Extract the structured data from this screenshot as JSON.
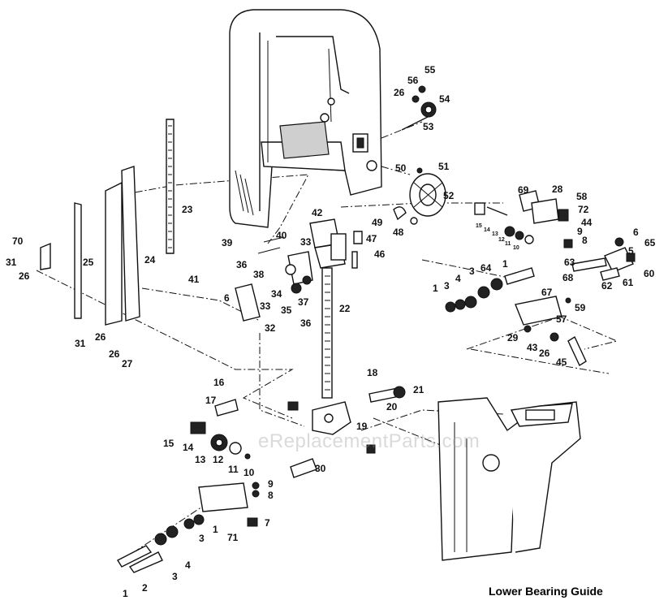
{
  "caption": "Lower Bearing Guide",
  "watermark": "eReplacementParts.com",
  "callouts": [
    {
      "id": "c1",
      "label": "55"
    },
    {
      "id": "c2",
      "label": "56"
    },
    {
      "id": "c3",
      "label": "26"
    },
    {
      "id": "c4",
      "label": "54"
    },
    {
      "id": "c5",
      "label": "53"
    },
    {
      "id": "c6",
      "label": "50"
    },
    {
      "id": "c7",
      "label": "51"
    },
    {
      "id": "c8",
      "label": "52"
    },
    {
      "id": "c9",
      "label": "49"
    },
    {
      "id": "c10",
      "label": "48"
    },
    {
      "id": "c11",
      "label": "69"
    },
    {
      "id": "c12",
      "label": "28"
    },
    {
      "id": "c13",
      "label": "58"
    },
    {
      "id": "c14",
      "label": "72"
    },
    {
      "id": "c15",
      "label": "44"
    },
    {
      "id": "c16",
      "label": "9"
    },
    {
      "id": "c17",
      "label": "8"
    },
    {
      "id": "c18",
      "label": "6"
    },
    {
      "id": "c19",
      "label": "5"
    },
    {
      "id": "c20",
      "label": "65"
    },
    {
      "id": "c21",
      "label": "60"
    },
    {
      "id": "c22",
      "label": "63"
    },
    {
      "id": "c23",
      "label": "61"
    },
    {
      "id": "c24",
      "label": "62"
    },
    {
      "id": "c25",
      "label": "68"
    },
    {
      "id": "c26",
      "label": "67"
    },
    {
      "id": "c27",
      "label": "64"
    },
    {
      "id": "c28",
      "label": "1"
    },
    {
      "id": "c29",
      "label": "3"
    },
    {
      "id": "c30",
      "label": "4"
    },
    {
      "id": "c31",
      "label": "3"
    },
    {
      "id": "c32",
      "label": "1"
    },
    {
      "id": "c33",
      "label": "57"
    },
    {
      "id": "c34",
      "label": "59"
    },
    {
      "id": "c35",
      "label": "29"
    },
    {
      "id": "c36",
      "label": "43"
    },
    {
      "id": "c37",
      "label": "26"
    },
    {
      "id": "c38",
      "label": "45"
    },
    {
      "id": "c39",
      "label": "23"
    },
    {
      "id": "c40",
      "label": "24"
    },
    {
      "id": "c41",
      "label": "25"
    },
    {
      "id": "c42",
      "label": "70"
    },
    {
      "id": "c43",
      "label": "31"
    },
    {
      "id": "c44",
      "label": "26"
    },
    {
      "id": "c45",
      "label": "31"
    },
    {
      "id": "c46",
      "label": "26"
    },
    {
      "id": "c47",
      "label": "26"
    },
    {
      "id": "c48",
      "label": "27"
    },
    {
      "id": "c49",
      "label": "42"
    },
    {
      "id": "c50",
      "label": "47"
    },
    {
      "id": "c51",
      "label": "46"
    },
    {
      "id": "c52",
      "label": "40"
    },
    {
      "id": "c53",
      "label": "39"
    },
    {
      "id": "c54",
      "label": "33"
    },
    {
      "id": "c55",
      "label": "36"
    },
    {
      "id": "c56",
      "label": "38"
    },
    {
      "id": "c57",
      "label": "34"
    },
    {
      "id": "c58",
      "label": "33"
    },
    {
      "id": "c59",
      "label": "35"
    },
    {
      "id": "c60",
      "label": "37"
    },
    {
      "id": "c61",
      "label": "36"
    },
    {
      "id": "c62",
      "label": "22"
    },
    {
      "id": "c63",
      "label": "41"
    },
    {
      "id": "c64",
      "label": "6"
    },
    {
      "id": "c65",
      "label": "32"
    },
    {
      "id": "c66",
      "label": "18"
    },
    {
      "id": "c67",
      "label": "21"
    },
    {
      "id": "c68",
      "label": "20"
    },
    {
      "id": "c69",
      "label": "19"
    },
    {
      "id": "c70",
      "label": "16"
    },
    {
      "id": "c71",
      "label": "17"
    },
    {
      "id": "c72",
      "label": "15"
    },
    {
      "id": "c73",
      "label": "14"
    },
    {
      "id": "c74",
      "label": "13"
    },
    {
      "id": "c75",
      "label": "12"
    },
    {
      "id": "c76",
      "label": "11"
    },
    {
      "id": "c77",
      "label": "10"
    },
    {
      "id": "c78",
      "label": "30"
    },
    {
      "id": "c79",
      "label": "9"
    },
    {
      "id": "c80",
      "label": "8"
    },
    {
      "id": "c81",
      "label": "7"
    },
    {
      "id": "c82",
      "label": "1"
    },
    {
      "id": "c83",
      "label": "71"
    },
    {
      "id": "c84",
      "label": "3"
    },
    {
      "id": "c85",
      "label": "4"
    },
    {
      "id": "c86",
      "label": "3"
    },
    {
      "id": "c87",
      "label": "1"
    },
    {
      "id": "c88",
      "label": "2"
    }
  ],
  "mini_labels": [
    {
      "id": "m1",
      "label": "15"
    },
    {
      "id": "m2",
      "label": "14"
    },
    {
      "id": "m3",
      "label": "13"
    },
    {
      "id": "m4",
      "label": "12"
    },
    {
      "id": "m5",
      "label": "11"
    },
    {
      "id": "m6",
      "label": "10"
    }
  ]
}
